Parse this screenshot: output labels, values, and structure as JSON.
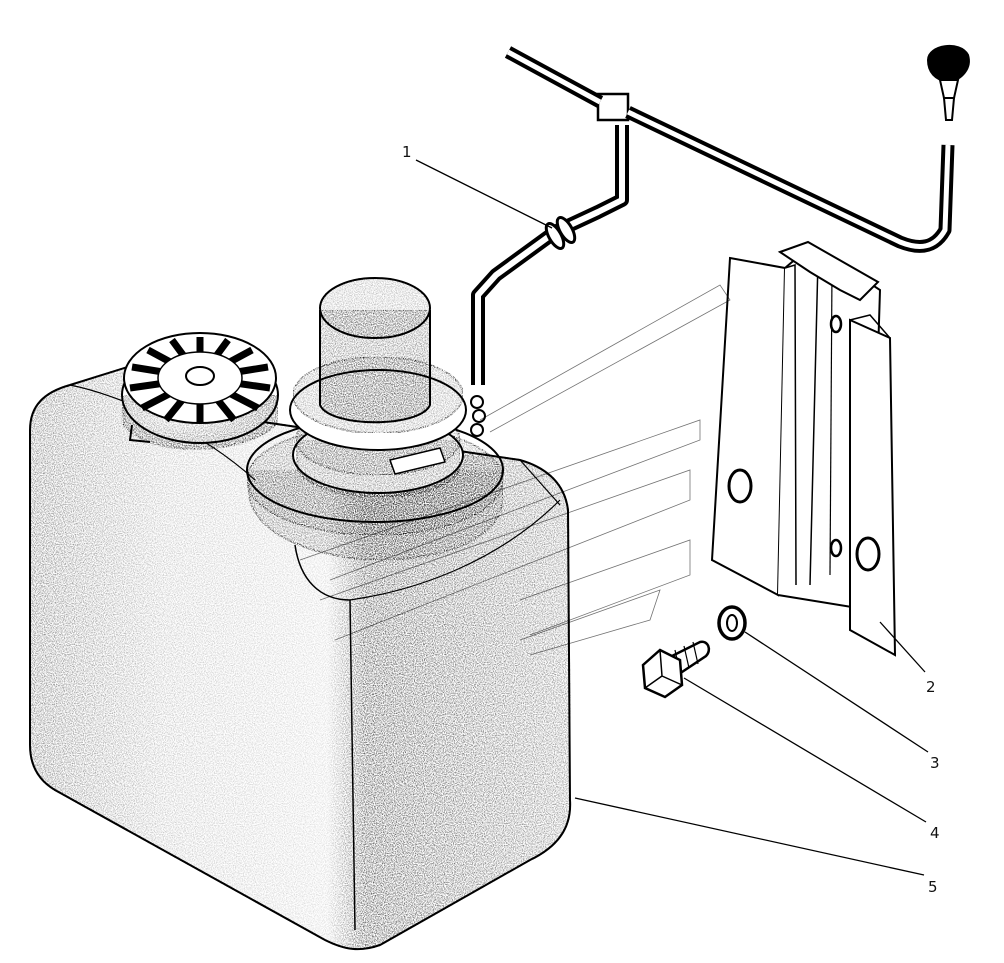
{
  "callouts": [
    {
      "label": "1",
      "part": "washer-hose"
    },
    {
      "label": "2",
      "part": "mounting-bracket"
    },
    {
      "label": "3",
      "part": "spring-washer"
    },
    {
      "label": "4",
      "part": "bolt"
    },
    {
      "label": "5",
      "part": "washer-reservoir"
    }
  ],
  "colors": {
    "ink": "#000000",
    "paper": "#ffffff"
  }
}
